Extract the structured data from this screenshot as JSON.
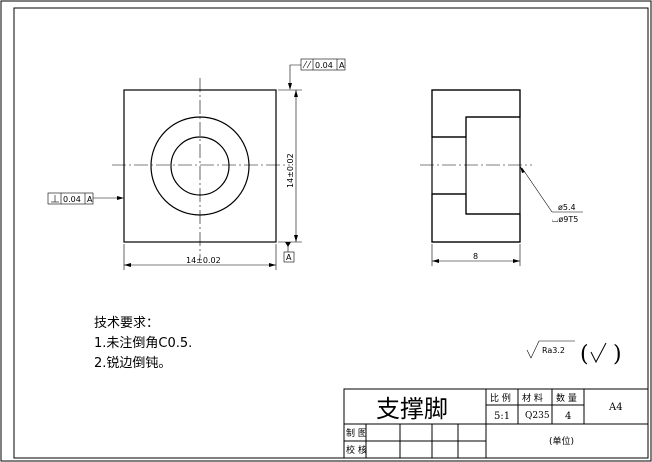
{
  "front_view": {
    "width_dim": "14±0.02",
    "height_dim": "14±0.02",
    "parallelism_value": "0.04",
    "parallelism_datum": "A",
    "perpendicularity_value": "0.04",
    "perpendicularity_datum": "A",
    "datum_label": "A"
  },
  "section_view": {
    "width_dim": "8",
    "hole_dim": "ø5.4",
    "counterbore_dim": "⌴ø9T5"
  },
  "notes": {
    "title": "技术要求：",
    "items": [
      "1.未注倒角C0.5.",
      "2.锐边倒钝。"
    ]
  },
  "surface_finish": {
    "value": "Ra3.2",
    "paren_left": "(",
    "paren_right": ")"
  },
  "title_block": {
    "part_name": "支撑脚",
    "scale_header": "比 例",
    "material_header": "材 料",
    "quantity_header": "数 量",
    "scale": "5:1",
    "material": "Q235",
    "quantity": "4",
    "sheet_size": "A4",
    "drawn_by": "制 图",
    "checked_by": "校 核",
    "unit": "(单位)"
  }
}
